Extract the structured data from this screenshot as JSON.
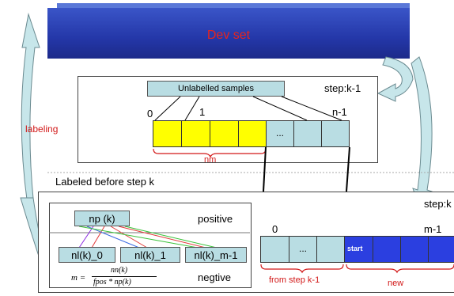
{
  "devset": {
    "label": "Dev set"
  },
  "side_label": "labeling",
  "top_panel": {
    "unlabelled": "Unlabelled samples",
    "step": "step:k-1",
    "idx_0": "0",
    "idx_1": "1",
    "idx_n1": "n-1",
    "dots": "...",
    "nm": "nm"
  },
  "separator_label": "Labeled before step k",
  "bottom_left": {
    "np": "np (k)",
    "positive": "positive",
    "nl0": "nl(k)_0",
    "nl1": "nl(k)_1",
    "nlm": "nl(k)_m-1",
    "negtive": "negtive",
    "formula_m": "m =",
    "formula_num": "nn(k)",
    "formula_den": "fpos * np(k)"
  },
  "bottom_right": {
    "step": "step:k",
    "idx_0": "0",
    "idx_m1": "m-1",
    "dots": "...",
    "start": "start",
    "from": "from step k-1",
    "new": "new"
  },
  "colors": {
    "yellow": "#ffff00",
    "teal": "#b9dde3",
    "blue": "#2b3fe0",
    "red": "#d21818"
  }
}
